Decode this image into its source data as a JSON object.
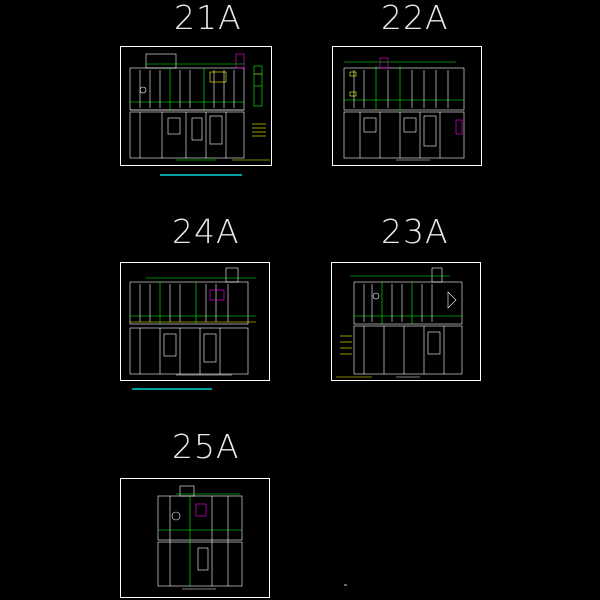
{
  "sheets": [
    {
      "id": "s21",
      "label": "21A"
    },
    {
      "id": "s22",
      "label": "22A"
    },
    {
      "id": "s24",
      "label": "24A"
    },
    {
      "id": "s23",
      "label": "23A"
    },
    {
      "id": "s25",
      "label": "25A"
    }
  ],
  "colors": {
    "background": "#000000",
    "frame": "#ffffff",
    "green": "#00ff00",
    "yellow": "#ffff00",
    "cyan": "#00ffff",
    "magenta": "#ff00ff",
    "label": "#e8e8e8"
  }
}
